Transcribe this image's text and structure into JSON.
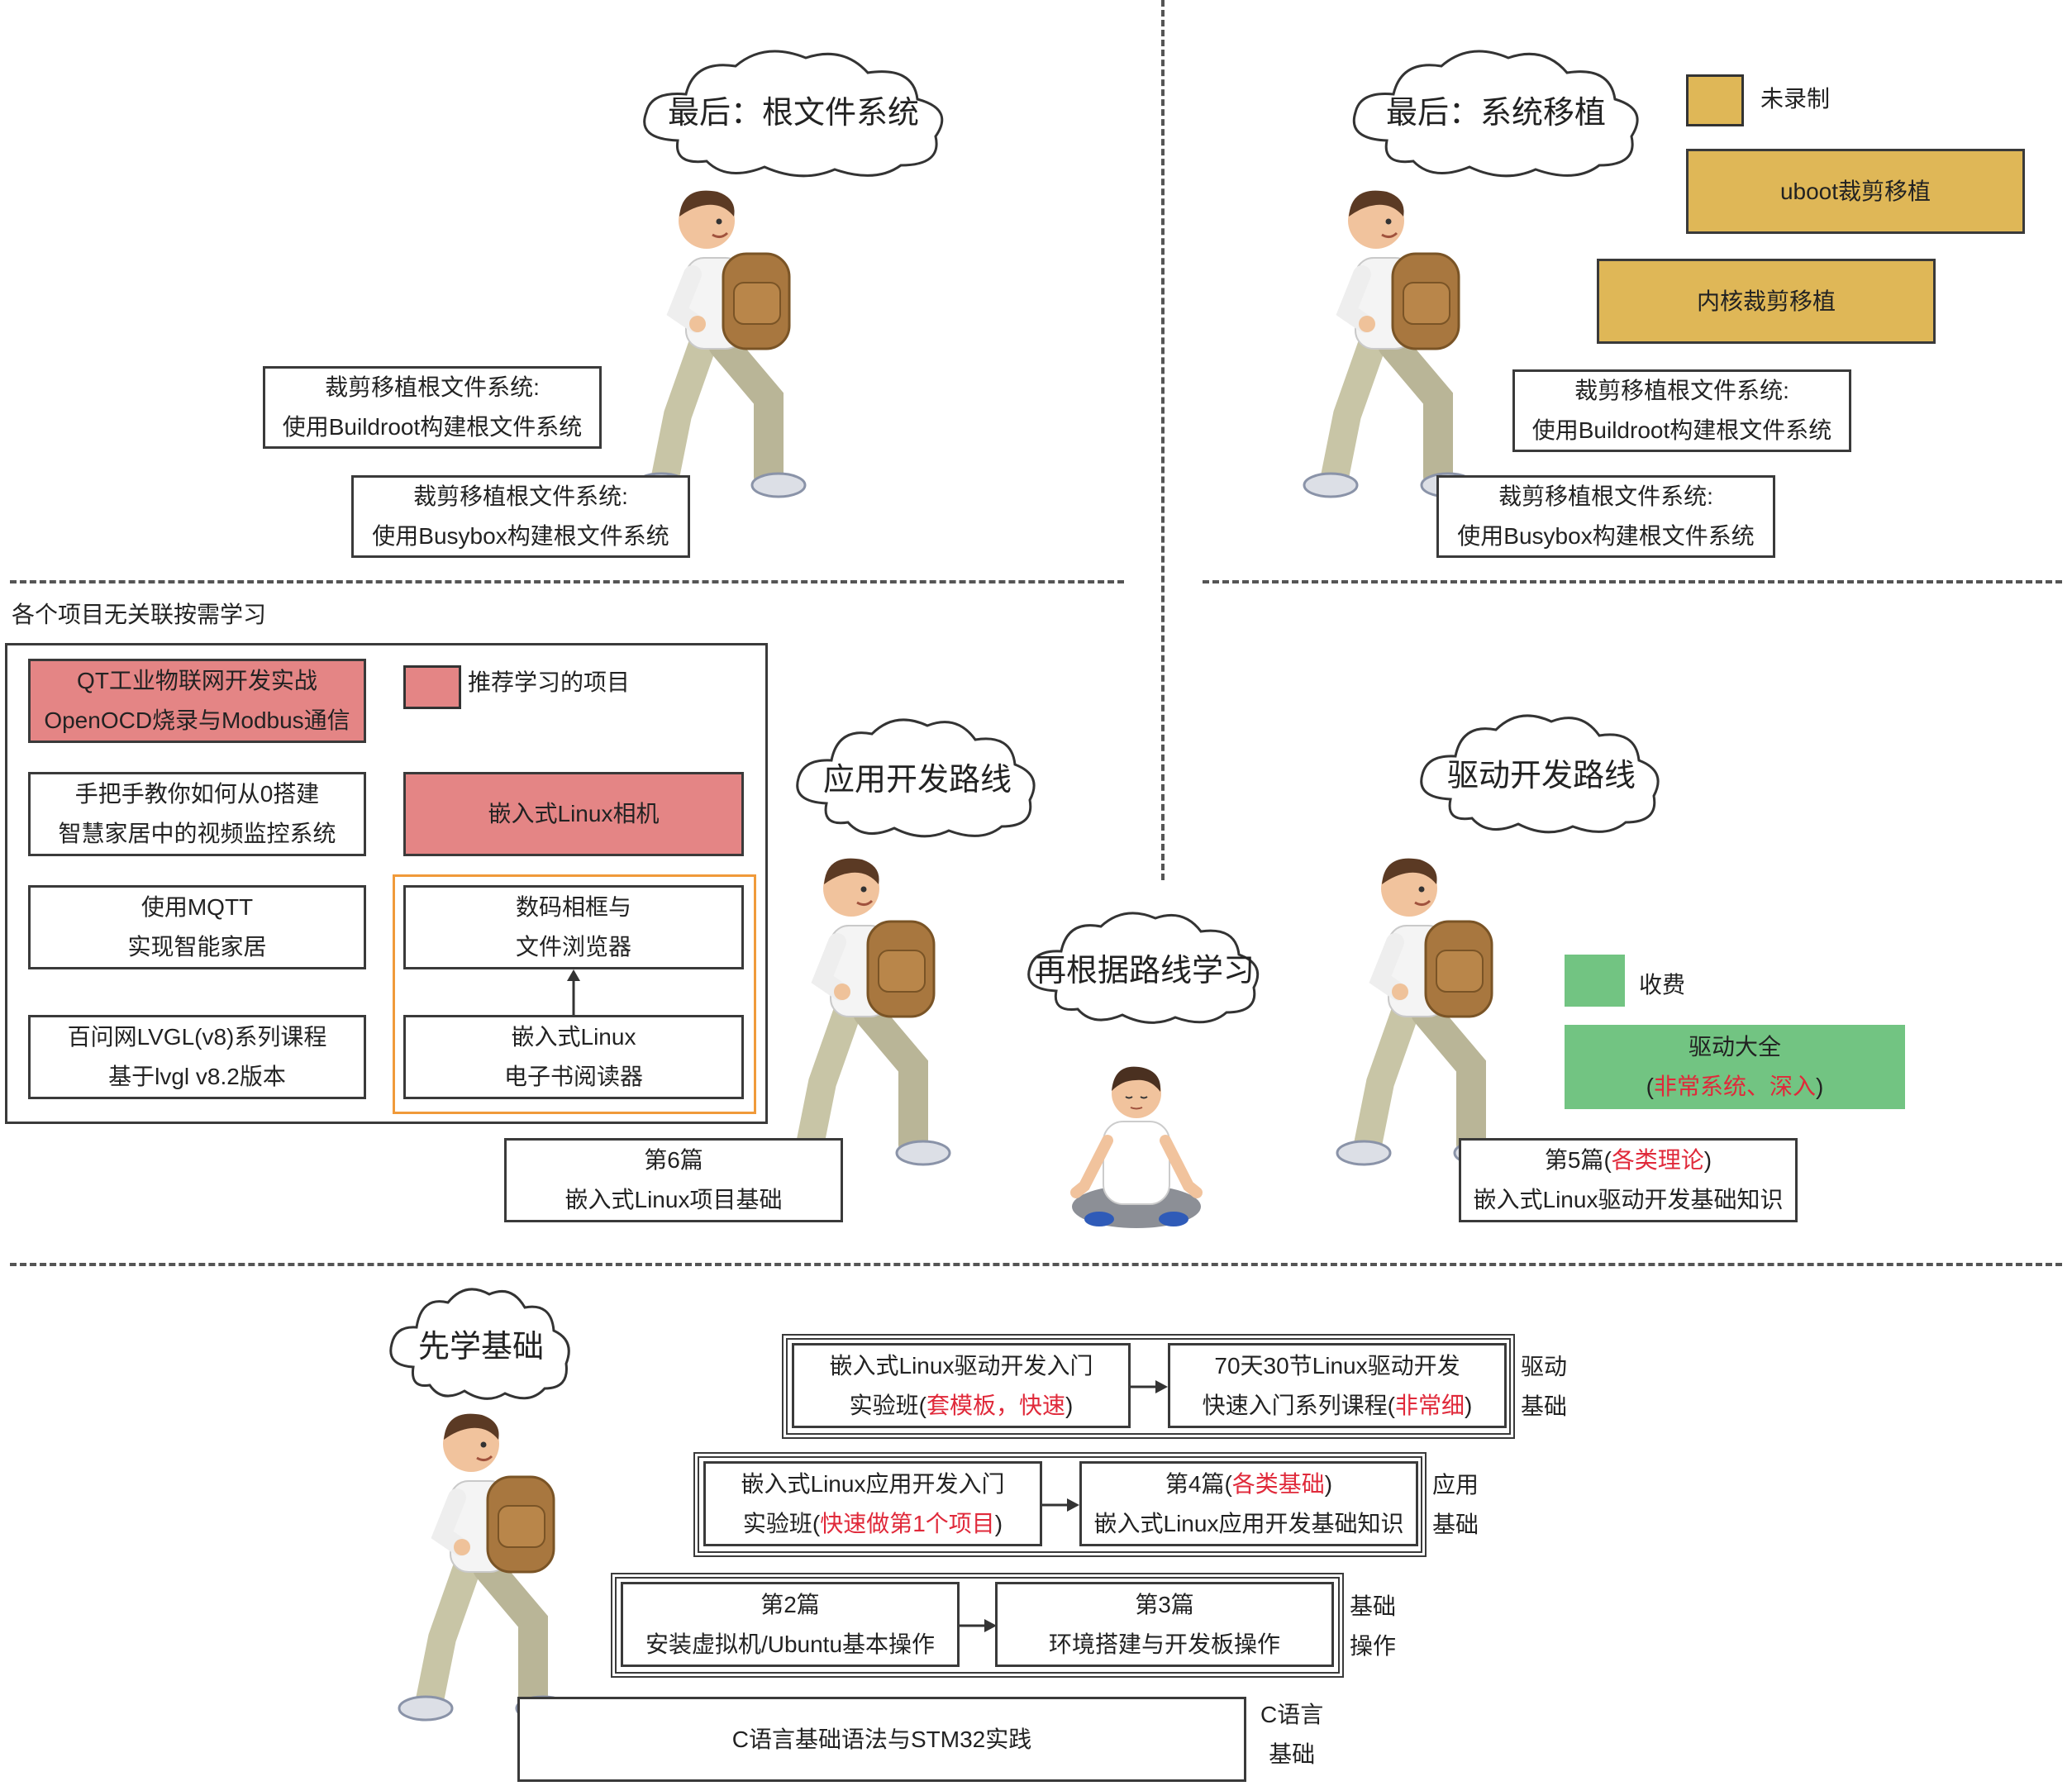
{
  "colors": {
    "recommended": "#e48585",
    "not_recorded": "#dfb757",
    "paid": "#72c482",
    "highlight": "#e0293a",
    "orange_frame": "#f09a3a"
  },
  "top_left": {
    "cloud": "最后：根文件系统",
    "buildroot": {
      "line1": "裁剪移植根文件系统:",
      "line2": "使用Buildroot构建根文件系统"
    },
    "busybox": {
      "line1": "裁剪移植根文件系统:",
      "line2": "使用Busybox构建根文件系统"
    }
  },
  "top_right": {
    "cloud": "最后：系统移植",
    "legend_not_recorded": "未录制",
    "uboot": "uboot裁剪移植",
    "kernel": "内核裁剪移植",
    "buildroot": {
      "line1": "裁剪移植根文件系统:",
      "line2": "使用Buildroot构建根文件系统"
    },
    "busybox": {
      "line1": "裁剪移植根文件系统:",
      "line2": "使用Busybox构建根文件系统"
    }
  },
  "middle_left": {
    "section_label": "各个项目无关联按需学习",
    "legend_recommended": "推荐学习的项目",
    "qt": {
      "line1": "QT工业物联网开发实战",
      "line2": "OpenOCD烧录与Modbus通信"
    },
    "camera": "嵌入式Linux相机",
    "video": {
      "line1": "手把手教你如何从0搭建",
      "line2": "智慧家居中的视频监控系统"
    },
    "mqtt": {
      "line1": "使用MQTT",
      "line2": "实现智能家居"
    },
    "photo_frame": {
      "line1": "数码相框与",
      "line2": "文件浏览器"
    },
    "lvgl": {
      "line1": "百问网LVGL(v8)系列课程",
      "line2": "基于lvgl v8.2版本"
    },
    "ebook": {
      "line1": "嵌入式Linux",
      "line2": "电子书阅读器"
    },
    "app_cloud": "应用开发路线",
    "part6": {
      "line1": "第6篇",
      "line2": "嵌入式Linux项目基础"
    }
  },
  "center": {
    "cloud": "再根据路线学习"
  },
  "middle_right": {
    "cloud": "驱动开发路线",
    "legend_paid": "收费",
    "driver_all": {
      "line1": "驱动大全",
      "paren_open": "(",
      "highlight": "非常系统、深入",
      "paren_close": ")"
    },
    "part5": {
      "line1_pre": "第5篇(",
      "line1_highlight": "各类理论",
      "line1_post": ")",
      "line2": "嵌入式Linux驱动开发基础知识"
    }
  },
  "bottom": {
    "cloud": "先学基础",
    "driver_intro": {
      "line1": "嵌入式Linux驱动开发入门",
      "line2_pre": "实验班(",
      "line2_highlight": "套模板，快速",
      "line2_post": ")"
    },
    "driver_70": {
      "line1": "70天30节Linux驱动开发",
      "line2_pre": "快速入门系列课程(",
      "line2_highlight": "非常细",
      "line2_post": ")"
    },
    "driver_label": {
      "line1": "驱动",
      "line2": "基础"
    },
    "app_intro": {
      "line1": "嵌入式Linux应用开发入门",
      "line2_pre": "实验班(",
      "line2_highlight": "快速做第1个项目",
      "line2_post": ")"
    },
    "part4": {
      "line1_pre": "第4篇(",
      "line1_highlight": "各类基础",
      "line1_post": ")",
      "line2": "嵌入式Linux应用开发基础知识"
    },
    "app_label": {
      "line1": "应用",
      "line2": "基础"
    },
    "part2": {
      "line1": "第2篇",
      "line2": "安装虚拟机/Ubuntu基本操作"
    },
    "part3": {
      "line1": "第3篇",
      "line2": "环境搭建与开发板操作"
    },
    "basic_label": {
      "line1": "基础",
      "line2": "操作"
    },
    "c_lang": "C语言基础语法与STM32实践",
    "c_label": {
      "line1": "C语言",
      "line2": "基础"
    }
  }
}
